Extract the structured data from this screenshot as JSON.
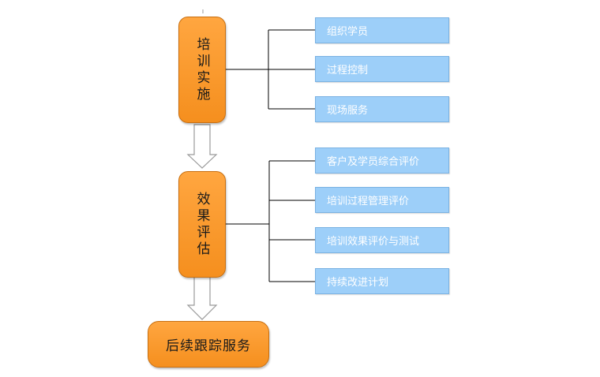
{
  "stages": [
    {
      "label": "培训实施"
    },
    {
      "label": "效果评估"
    },
    {
      "label": "后续跟踪服务"
    }
  ],
  "group_implementation": [
    "组织学员",
    "过程控制",
    "现场服务"
  ],
  "group_evaluation": [
    "客户及学员综合评价",
    "培训过程管理评价",
    "培训效果评价与测试",
    "持续改进计划"
  ],
  "colors": {
    "stage_fill": "#f7941d",
    "item_fill": "#9dcff9",
    "item_text": "#ffffff",
    "line": "#000000",
    "arrow_outline": "#9a9a9a"
  }
}
